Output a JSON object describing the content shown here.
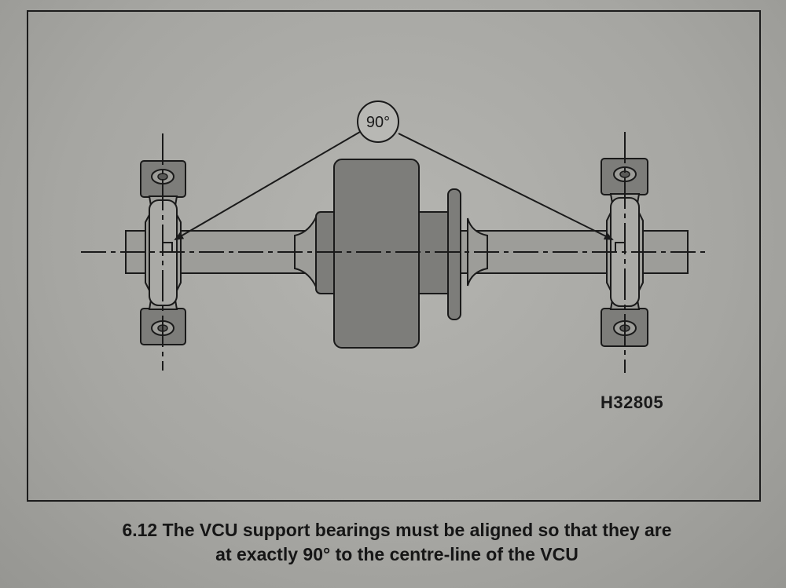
{
  "diagram": {
    "angle_label": "90°",
    "figure_id": "H32805"
  },
  "caption": {
    "number": "6.12",
    "line1": "6.12 The VCU support bearings must be aligned so that they are",
    "line2": "at exactly 90° to the centre-line of the VCU"
  },
  "colors": {
    "page": "#a9a9a5",
    "part_dark": "#7d7d7a",
    "part_light": "#9d9d99",
    "line": "#1a1a1a"
  }
}
